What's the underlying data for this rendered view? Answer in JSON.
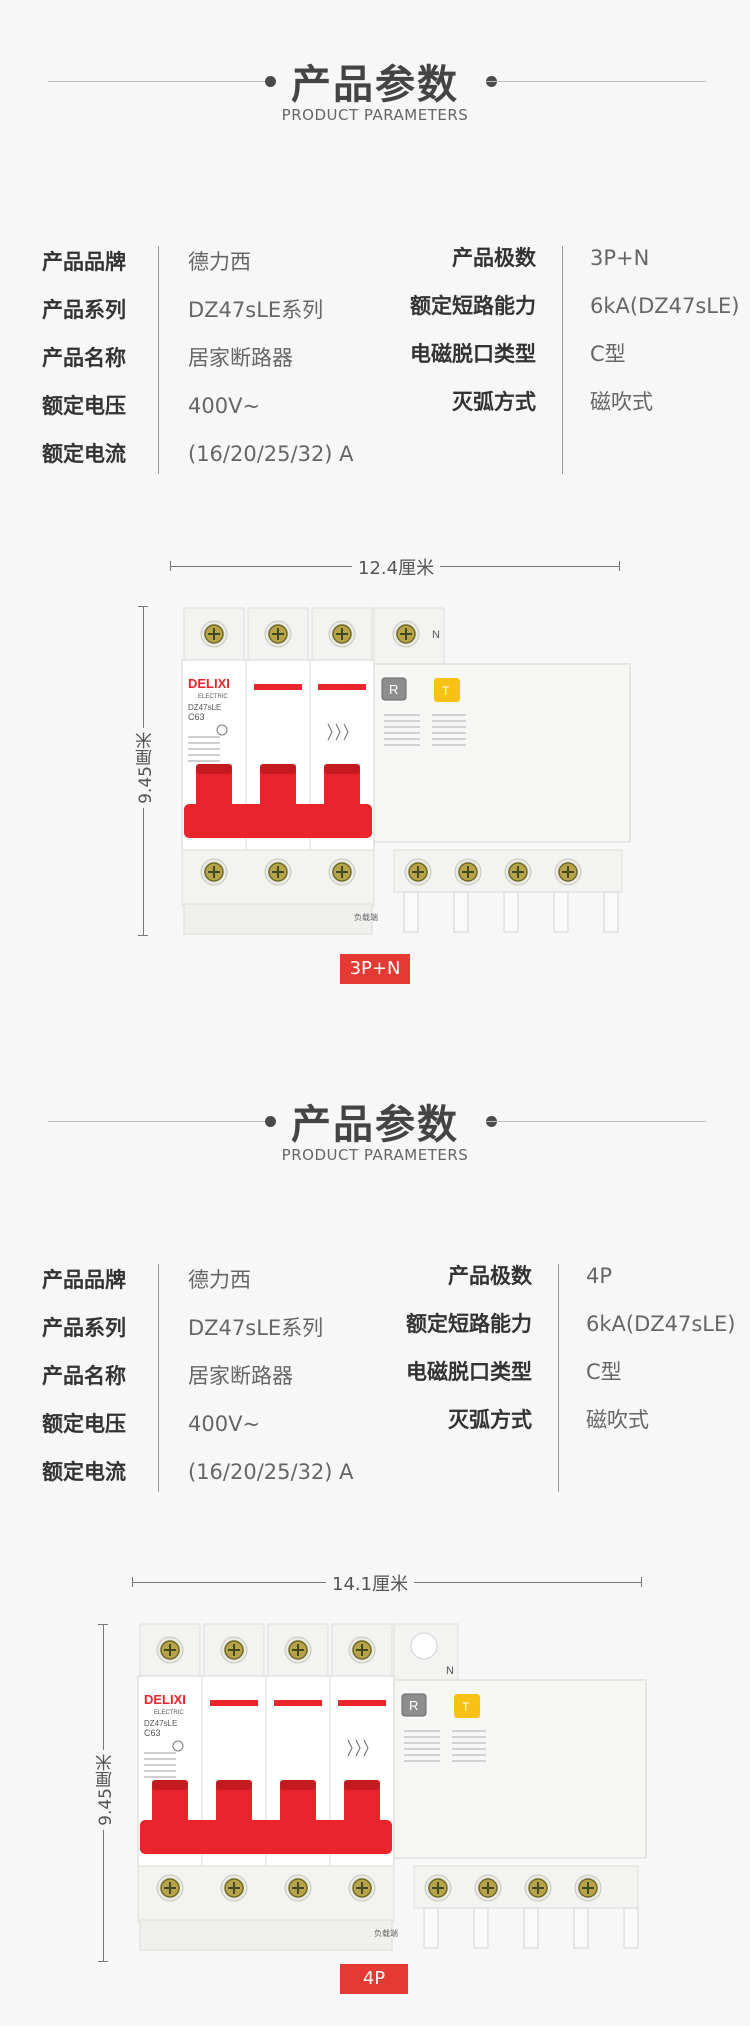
{
  "sections": [
    {
      "header": {
        "title": "产品参数",
        "subtitle": "PRODUCT PARAMETERS"
      },
      "params_left": [
        {
          "label": "产品品牌",
          "value": "德力西"
        },
        {
          "label": "产品系列",
          "value": "DZ47sLE系列"
        },
        {
          "label": "产品名称",
          "value": "居家断路器"
        },
        {
          "label": "额定电压",
          "value": "400V~"
        },
        {
          "label": "额定电流",
          "value": "(16/20/25/32) A"
        }
      ],
      "params_right": [
        {
          "label": "产品极数",
          "value": "3P+N"
        },
        {
          "label": "额定短路能力",
          "value": "6kA(DZ47sLE)"
        },
        {
          "label": "电磁脱口类型",
          "value": "C型"
        },
        {
          "label": "灭弧方式",
          "value": "磁吹式"
        }
      ],
      "width_label": "12.4厘米",
      "height_label": "9.45厘米",
      "badge": "3P+N",
      "device": {
        "brand": "DELIXI",
        "brand_sub": "ELECTRIC",
        "model": "DZ47sLE",
        "rating": "C63",
        "neutral": "N",
        "reset": "R",
        "test": "T",
        "load_side": "负载端"
      }
    },
    {
      "header": {
        "title": "产品参数",
        "subtitle": "PRODUCT PARAMETERS"
      },
      "params_left": [
        {
          "label": "产品品牌",
          "value": "德力西"
        },
        {
          "label": "产品系列",
          "value": "DZ47sLE系列"
        },
        {
          "label": "产品名称",
          "value": "居家断路器"
        },
        {
          "label": "额定电压",
          "value": "400V~"
        },
        {
          "label": "额定电流",
          "value": "(16/20/25/32) A"
        }
      ],
      "params_right": [
        {
          "label": "产品极数",
          "value": "4P"
        },
        {
          "label": "额定短路能力",
          "value": "6kA(DZ47sLE)"
        },
        {
          "label": "电磁脱口类型",
          "value": "C型"
        },
        {
          "label": "灭弧方式",
          "value": "磁吹式"
        }
      ],
      "width_label": "14.1厘米",
      "height_label": "9.45厘米",
      "badge": "4P",
      "device": {
        "brand": "DELIXI",
        "brand_sub": "ELECTRIC",
        "model": "DZ47sLE",
        "rating": "C63",
        "neutral": "N",
        "reset": "R",
        "test": "T",
        "load_side": "负载端"
      }
    }
  ],
  "colors": {
    "accent_red": "#e53a33",
    "switch_red": "#e8252c",
    "test_yellow": "#f7c215",
    "background": "#f7f7f7"
  }
}
